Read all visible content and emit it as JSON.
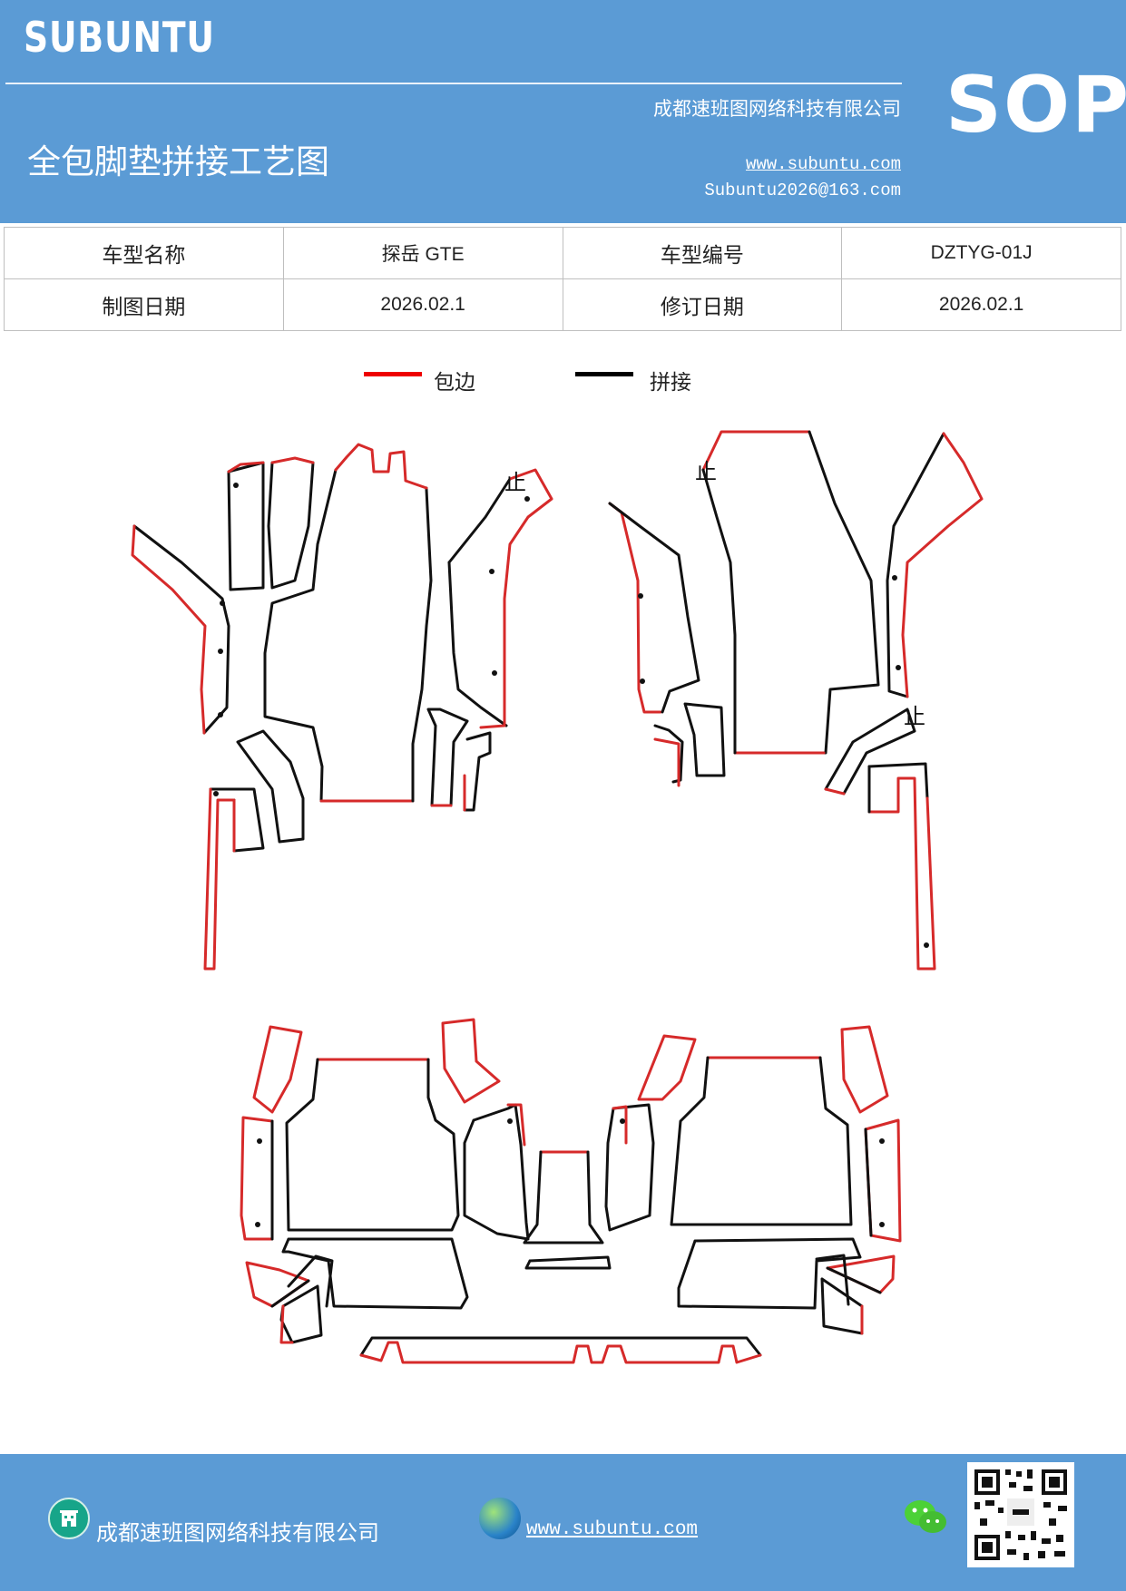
{
  "header": {
    "brand": "SUBUNTU",
    "company": "成都速班图网络科技有限公司",
    "title": "全包脚垫拼接工艺图",
    "url": "www.subuntu.com",
    "email": "Subuntu2026@163.com",
    "badge": "SOP",
    "background_color": "#5b9bd5"
  },
  "info_table": {
    "rows": [
      [
        "车型名称",
        "探岳 GTE",
        "车型编号",
        "DZTYG-01J"
      ],
      [
        "制图日期",
        "2026.02.1",
        "修订日期",
        "2026.02.1"
      ]
    ]
  },
  "legend": {
    "items": [
      {
        "label": "包边",
        "color": "#ee0000"
      },
      {
        "label": "拼接",
        "color": "#000000"
      }
    ]
  },
  "diagram": {
    "stop_mark": "止",
    "edge_color": "#d62a2a",
    "seam_color": "#111111"
  },
  "footer": {
    "company": "成都速班图网络科技有限公司",
    "url": "www.subuntu.com",
    "icons": [
      "building-icon",
      "globe-icon",
      "wechat-icon",
      "qr-code"
    ]
  }
}
